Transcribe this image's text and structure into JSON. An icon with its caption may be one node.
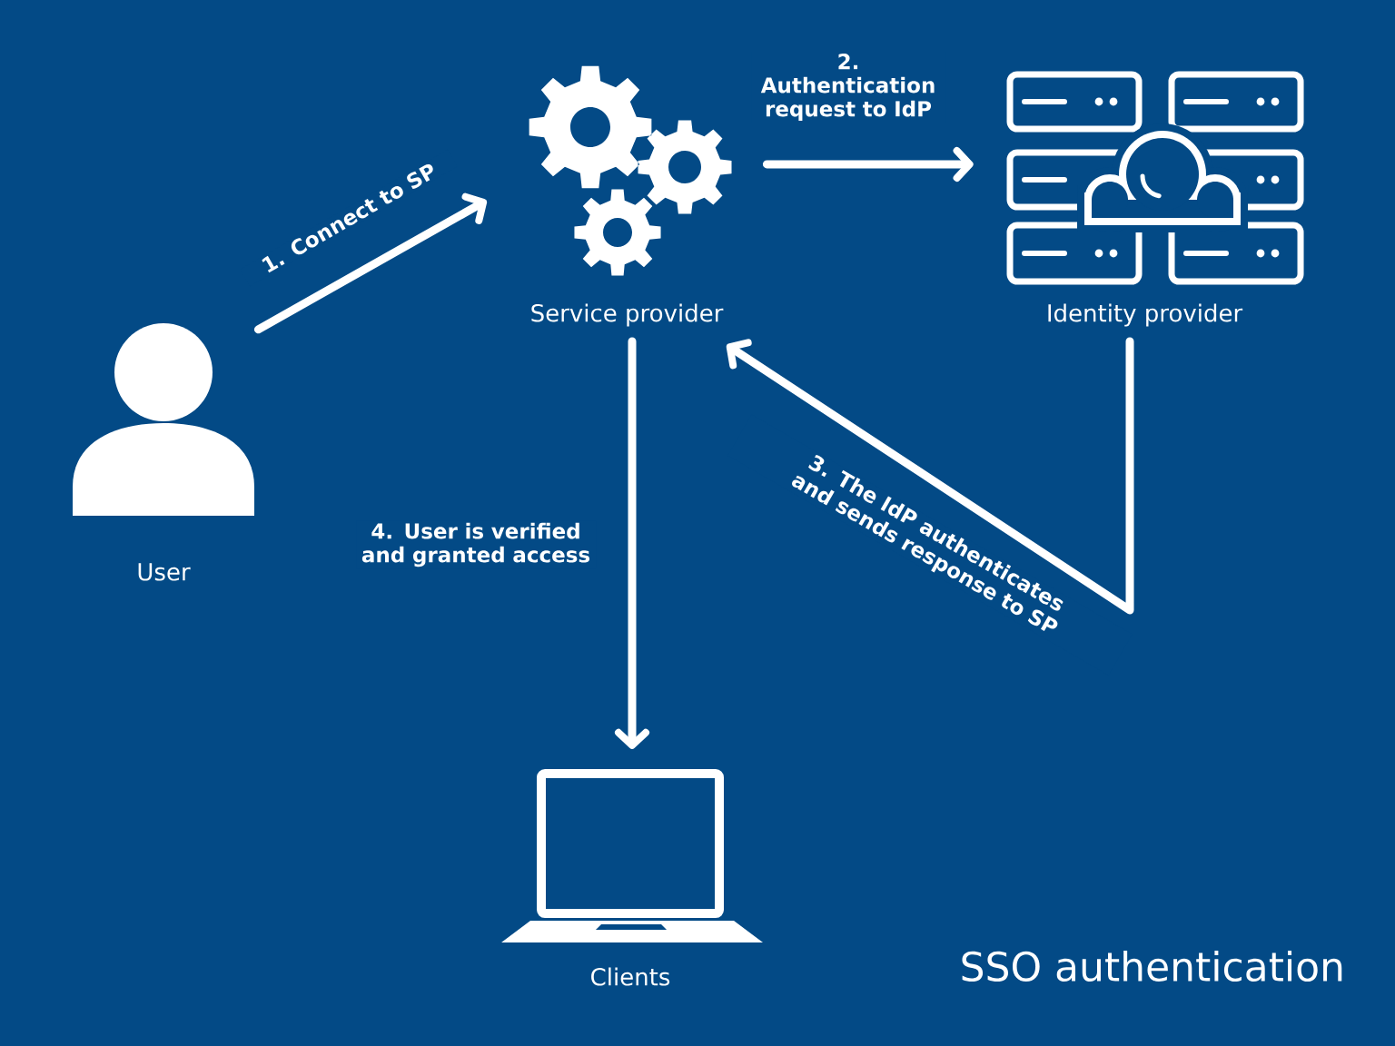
{
  "diagram": {
    "title": "SSO authentication",
    "nodes": [
      {
        "text": [
          "User"
        ]
      },
      {
        "text": [
          "Service provider"
        ]
      },
      {
        "text": [
          "Identity provider"
        ]
      },
      {
        "text": [
          "Clients"
        ]
      }
    ],
    "edges": [
      {
        "from": 0,
        "to": 1,
        "arrow": "to",
        "label": "1. Connect to SP"
      },
      {
        "from": 1,
        "to": 2,
        "arrow": "to",
        "label": "2. Authentication request to IdP"
      },
      {
        "from": 2,
        "to": 1,
        "arrow": "to",
        "label": "3. The IdP authenticates and sends response to SP"
      },
      {
        "from": 1,
        "to": 3,
        "arrow": "to",
        "label": "4. User is verified and granted access"
      }
    ]
  }
}
